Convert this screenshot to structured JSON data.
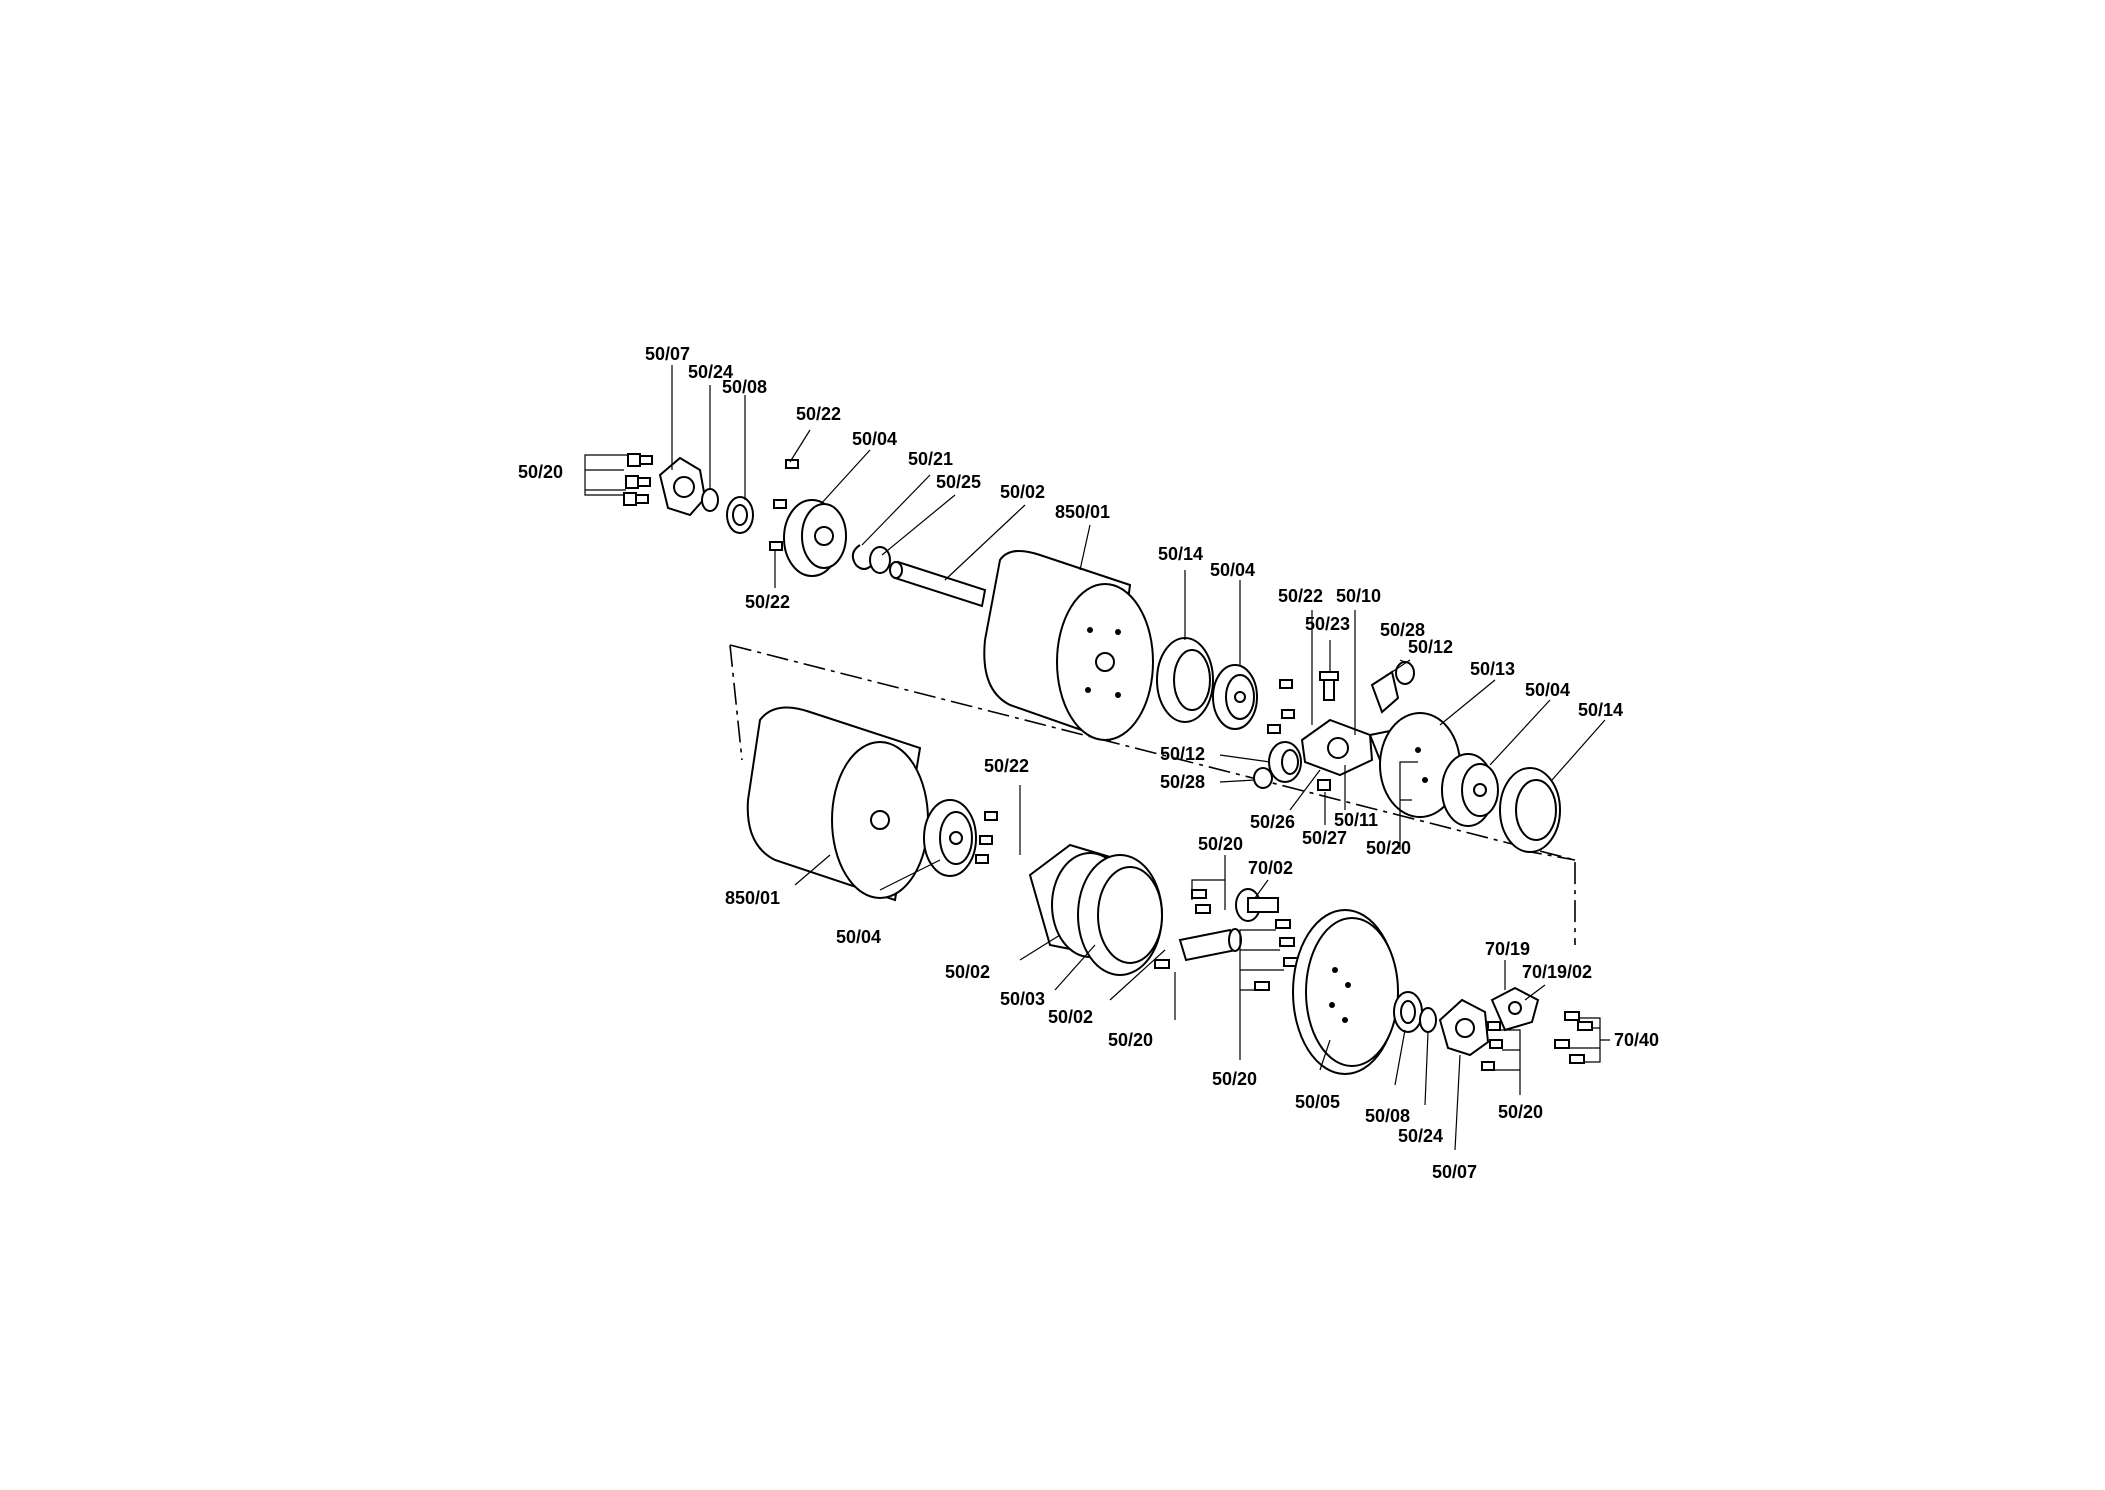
{
  "labels": {
    "l1": "50/07",
    "l2": "50/24",
    "l3": "50/08",
    "l4": "50/20",
    "l5": "50/22",
    "l6": "50/04",
    "l7": "50/21",
    "l8": "50/25",
    "l9": "50/02",
    "l10": "850/01",
    "l11": "50/22",
    "l12": "50/14",
    "l13": "50/04",
    "l14": "50/22",
    "l15": "50/10",
    "l16": "50/23",
    "l17": "50/28",
    "l18": "50/12",
    "l19": "50/13",
    "l20": "50/04",
    "l21": "50/14",
    "l22": "50/12",
    "l23": "50/28",
    "l24": "50/26",
    "l25": "50/11",
    "l26": "50/27",
    "l27": "50/20",
    "l28": "50/22",
    "l29": "850/01",
    "l30": "50/04",
    "l31": "50/20",
    "l32": "70/02",
    "l33": "50/02",
    "l34": "50/03",
    "l35": "50/02",
    "l36": "50/20",
    "l37": "70/19",
    "l38": "70/19/02",
    "l39": "70/40",
    "l40": "50/20",
    "l41": "50/05",
    "l42": "50/08",
    "l43": "50/24",
    "l44": "50/07",
    "l45": "50/20"
  }
}
